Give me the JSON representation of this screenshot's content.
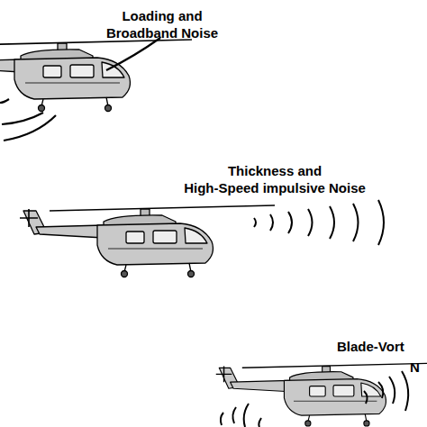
{
  "diagram": {
    "labels": [
      "Loading and Broadband Noise",
      "Thickness and High-Speed impulsive Noise",
      "Blade-Vort",
      "N"
    ]
  }
}
